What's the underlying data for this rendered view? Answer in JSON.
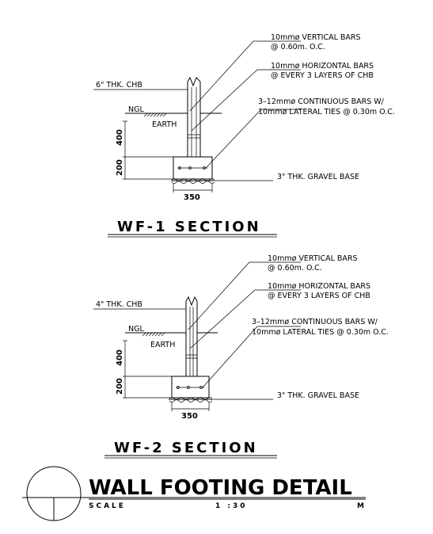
{
  "sections": [
    {
      "id": "wf1",
      "title": "WF-1 SECTION",
      "chb_label": "6\" THK. CHB",
      "ngl_label": "NGL",
      "earth_label": "EARTH",
      "vertical_bars_1": "10mmø VERTICAL  BARS",
      "vertical_bars_2": "@ 0.60m. O.C.",
      "horizontal_bars_1": "10mmø HORIZONTAL  BARS",
      "horizontal_bars_2": "@ EVERY 3 LAYERS OF CHB",
      "continuous_bars_1": "3–12mmø CONTINUOUS BARS W/",
      "continuous_bars_2": "10mmø LATERAL TIES @ 0.30m O.C.",
      "gravel_label": "3\" THK. GRAVEL BASE",
      "dim_400": "400",
      "dim_200": "200",
      "dim_350": "350"
    },
    {
      "id": "wf2",
      "title": "WF-2 SECTION",
      "chb_label": "4\" THK. CHB",
      "ngl_label": "NGL",
      "earth_label": "EARTH",
      "vertical_bars_1": "10mmø VERTICAL  BARS",
      "vertical_bars_2": "@ 0.60m. O.C.",
      "horizontal_bars_1": "10mmø HORIZONTAL  BARS",
      "horizontal_bars_2": "@ EVERY 3 LAYERS OF CHB",
      "continuous_bars_1": "3–12mmø CONTINUOUS BARS W/",
      "continuous_bars_2": "10mmø LATERAL TIES @ 0.30m O.C.",
      "gravel_label": "3\" THK. GRAVEL BASE",
      "dim_400": "400",
      "dim_200": "200",
      "dim_350": "350"
    }
  ],
  "title_block": {
    "title": "WALL FOOTING DETAIL",
    "scale_label": "SCALE",
    "scale_value": "1 :30",
    "scale_unit": "M"
  }
}
